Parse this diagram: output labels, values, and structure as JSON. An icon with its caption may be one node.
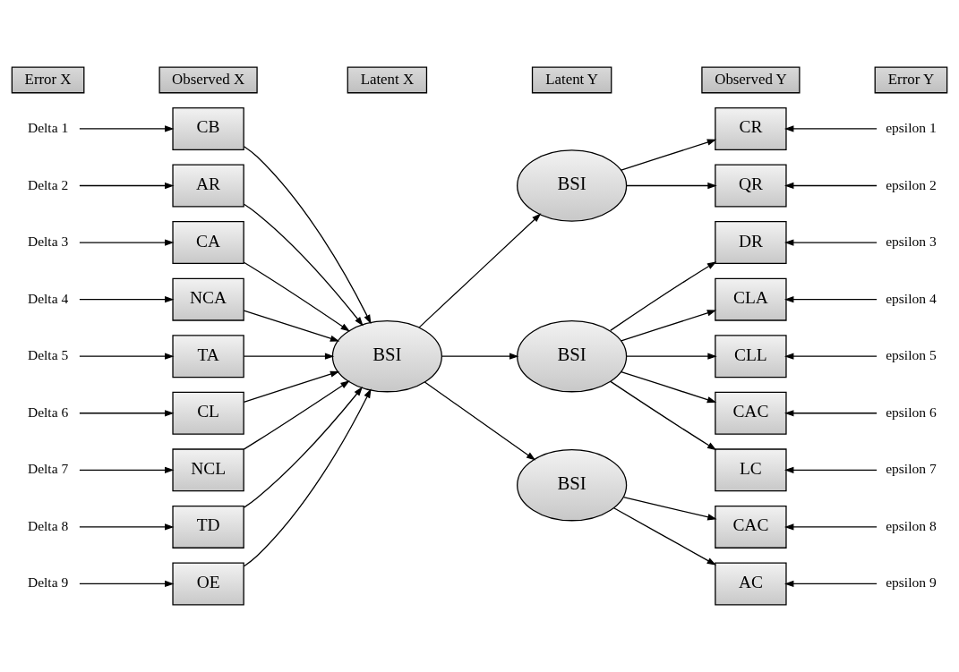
{
  "diagram": {
    "nodes": [
      {
        "text": [
          "Error X"
        ]
      },
      {
        "text": [
          "Observed X"
        ]
      },
      {
        "text": [
          "Latent X"
        ]
      },
      {
        "text": [
          "Latent Y"
        ]
      },
      {
        "text": [
          "Observed Y"
        ]
      },
      {
        "text": [
          "Error Y"
        ]
      },
      {
        "text": [
          "Delta 1"
        ]
      },
      {
        "text": [
          "Delta 2"
        ]
      },
      {
        "text": [
          "Delta 3"
        ]
      },
      {
        "text": [
          "Delta 4"
        ]
      },
      {
        "text": [
          "Delta 5"
        ]
      },
      {
        "text": [
          "Delta 6"
        ]
      },
      {
        "text": [
          "Delta 7"
        ]
      },
      {
        "text": [
          "Delta 8"
        ]
      },
      {
        "text": [
          "Delta 9"
        ]
      },
      {
        "text": [
          "CB"
        ]
      },
      {
        "text": [
          "AR"
        ]
      },
      {
        "text": [
          "CA"
        ]
      },
      {
        "text": [
          "NCA"
        ]
      },
      {
        "text": [
          "TA"
        ]
      },
      {
        "text": [
          "CL"
        ]
      },
      {
        "text": [
          "NCL"
        ]
      },
      {
        "text": [
          "TD"
        ]
      },
      {
        "text": [
          "OE"
        ]
      },
      {
        "text": [
          "BSI"
        ]
      },
      {
        "text": [
          "BSI"
        ]
      },
      {
        "text": [
          "BSI"
        ]
      },
      {
        "text": [
          "BSI"
        ]
      },
      {
        "text": [
          "CR"
        ]
      },
      {
        "text": [
          "QR"
        ]
      },
      {
        "text": [
          "DR"
        ]
      },
      {
        "text": [
          "CLA"
        ]
      },
      {
        "text": [
          "CLL"
        ]
      },
      {
        "text": [
          "CAC"
        ]
      },
      {
        "text": [
          "LC"
        ]
      },
      {
        "text": [
          "CAC"
        ]
      },
      {
        "text": [
          "AC"
        ]
      },
      {
        "text": [
          "epsilon 1"
        ]
      },
      {
        "text": [
          "epsilon 2"
        ]
      },
      {
        "text": [
          "epsilon 3"
        ]
      },
      {
        "text": [
          "epsilon 4"
        ]
      },
      {
        "text": [
          "epsilon 5"
        ]
      },
      {
        "text": [
          "epsilon 6"
        ]
      },
      {
        "text": [
          "epsilon 7"
        ]
      },
      {
        "text": [
          "epsilon 8"
        ]
      },
      {
        "text": [
          "epsilon 9"
        ]
      }
    ],
    "edges": [
      {
        "from": 6,
        "to": 15,
        "arrow": "to"
      },
      {
        "from": 7,
        "to": 16,
        "arrow": "to"
      },
      {
        "from": 8,
        "to": 17,
        "arrow": "to"
      },
      {
        "from": 9,
        "to": 18,
        "arrow": "to"
      },
      {
        "from": 10,
        "to": 19,
        "arrow": "to"
      },
      {
        "from": 11,
        "to": 20,
        "arrow": "to"
      },
      {
        "from": 12,
        "to": 21,
        "arrow": "to"
      },
      {
        "from": 13,
        "to": 22,
        "arrow": "to"
      },
      {
        "from": 14,
        "to": 23,
        "arrow": "to"
      },
      {
        "from": 15,
        "to": 24,
        "arrow": "to"
      },
      {
        "from": 16,
        "to": 24,
        "arrow": "to"
      },
      {
        "from": 17,
        "to": 24,
        "arrow": "to"
      },
      {
        "from": 18,
        "to": 24,
        "arrow": "to"
      },
      {
        "from": 19,
        "to": 24,
        "arrow": "to"
      },
      {
        "from": 20,
        "to": 24,
        "arrow": "to"
      },
      {
        "from": 21,
        "to": 24,
        "arrow": "to"
      },
      {
        "from": 22,
        "to": 24,
        "arrow": "to"
      },
      {
        "from": 23,
        "to": 24,
        "arrow": "to"
      },
      {
        "from": 24,
        "to": 25,
        "arrow": "to"
      },
      {
        "from": 24,
        "to": 26,
        "arrow": "to"
      },
      {
        "from": 24,
        "to": 27,
        "arrow": "to"
      },
      {
        "from": 25,
        "to": 28,
        "arrow": "to"
      },
      {
        "from": 25,
        "to": 29,
        "arrow": "to"
      },
      {
        "from": 26,
        "to": 30,
        "arrow": "to"
      },
      {
        "from": 26,
        "to": 31,
        "arrow": "to"
      },
      {
        "from": 26,
        "to": 32,
        "arrow": "to"
      },
      {
        "from": 26,
        "to": 33,
        "arrow": "to"
      },
      {
        "from": 26,
        "to": 34,
        "arrow": "to"
      },
      {
        "from": 27,
        "to": 35,
        "arrow": "to"
      },
      {
        "from": 27,
        "to": 36,
        "arrow": "to"
      },
      {
        "from": 37,
        "to": 28,
        "arrow": "to"
      },
      {
        "from": 38,
        "to": 29,
        "arrow": "to"
      },
      {
        "from": 39,
        "to": 30,
        "arrow": "to"
      },
      {
        "from": 40,
        "to": 31,
        "arrow": "to"
      },
      {
        "from": 41,
        "to": 32,
        "arrow": "to"
      },
      {
        "from": 42,
        "to": 33,
        "arrow": "to"
      },
      {
        "from": 43,
        "to": 34,
        "arrow": "to"
      },
      {
        "from": 44,
        "to": 35,
        "arrow": "to"
      },
      {
        "from": 45,
        "to": 36,
        "arrow": "to"
      }
    ]
  }
}
